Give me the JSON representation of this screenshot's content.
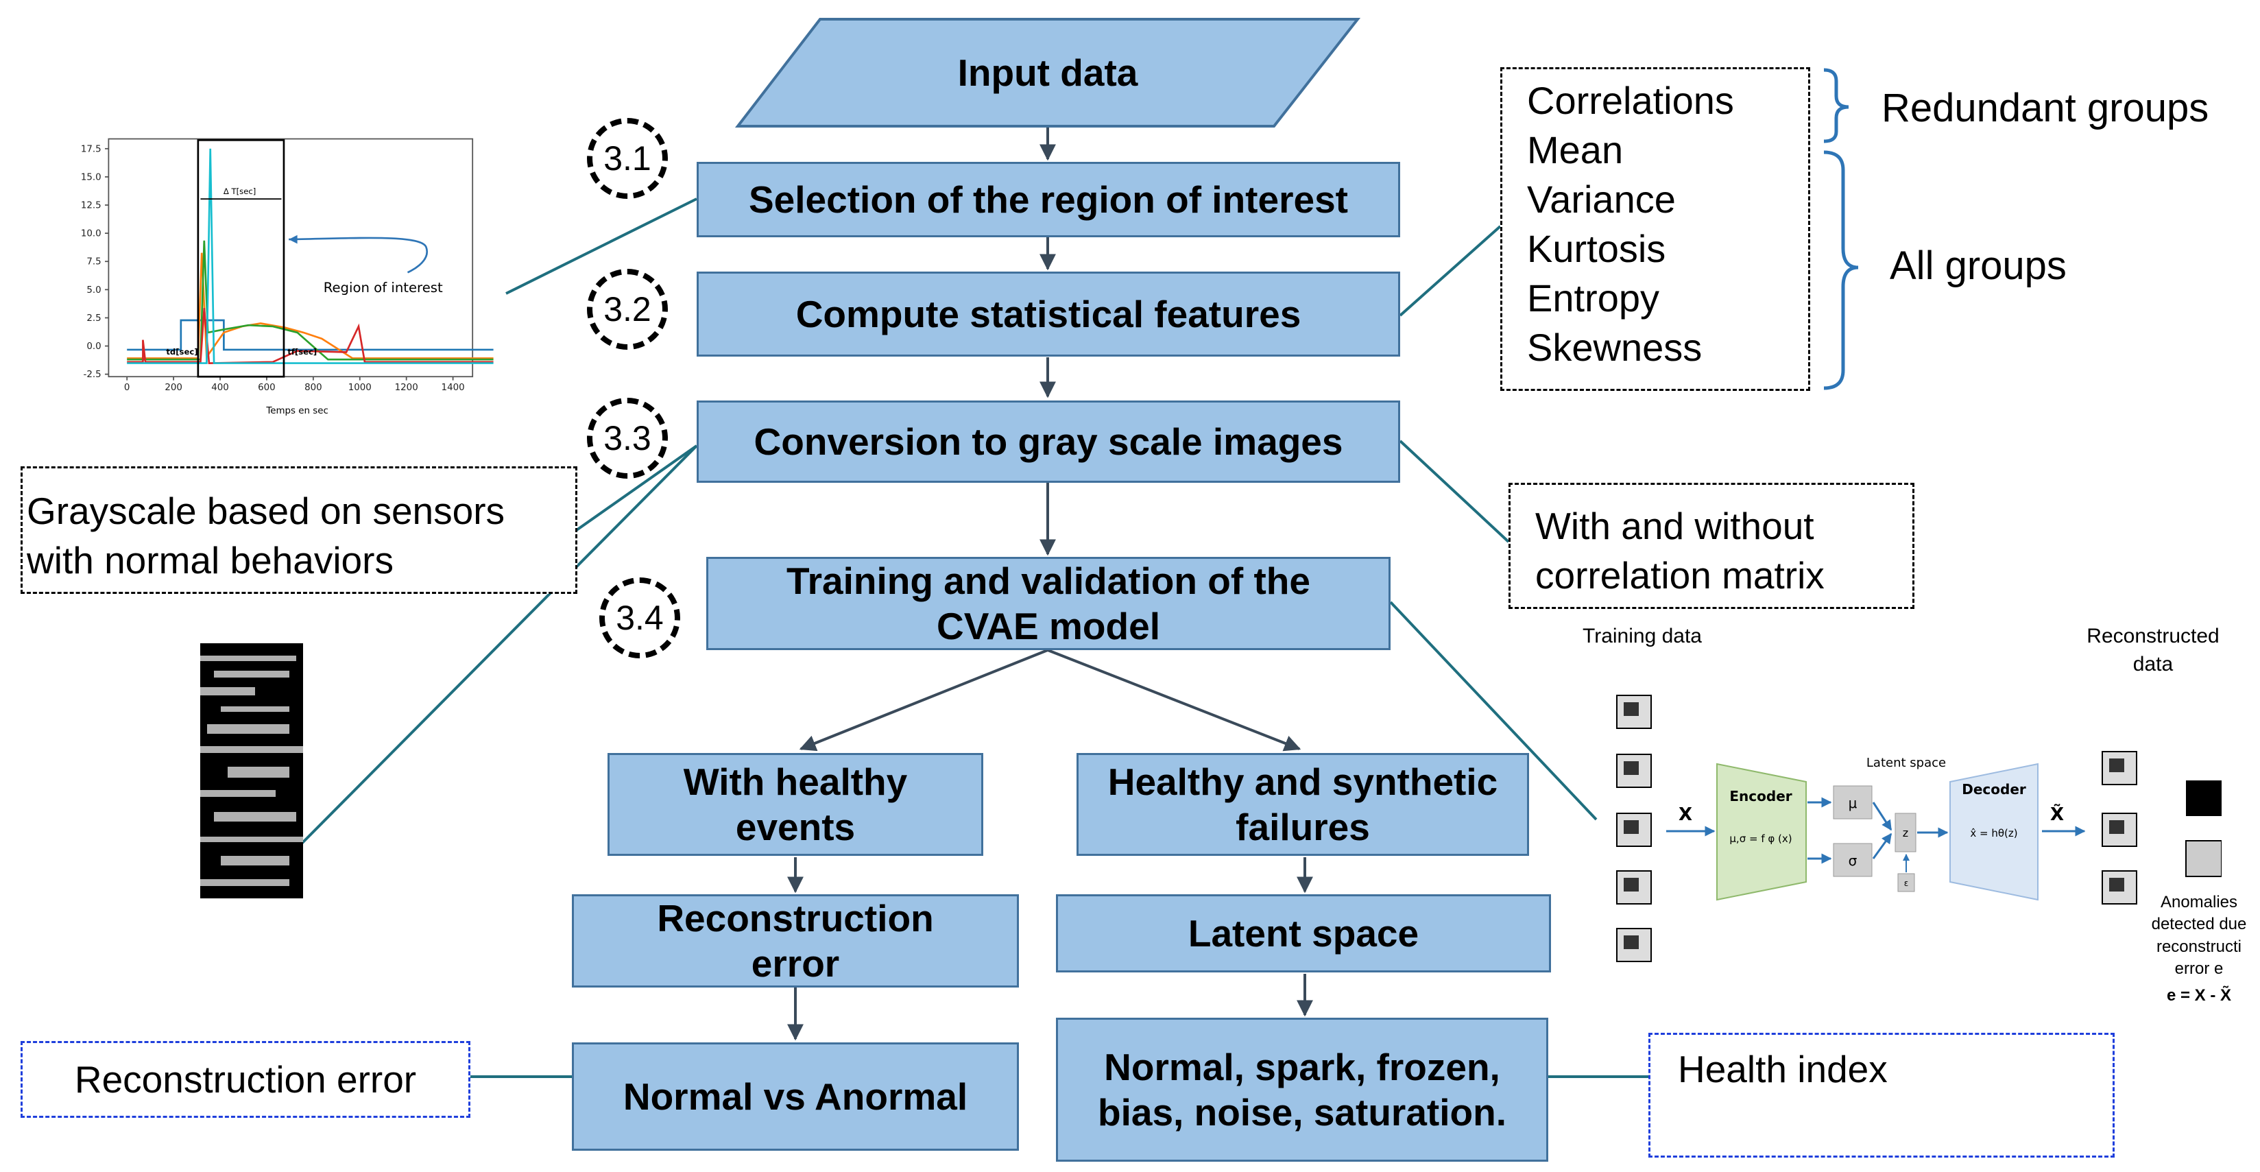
{
  "flow": {
    "input": "Input data",
    "roi": "Selection of the region of interest",
    "stats": "Compute statistical features",
    "gray": "Conversion to gray scale images",
    "train": "Training and validation of the CVAE model",
    "healthy": "With healthy events",
    "synthetic": "Healthy and synthetic failures",
    "recon": "Reconstruction error",
    "latent": "Latent space",
    "normal_vs": "Normal vs Anormal",
    "classes": "Normal, spark, frozen, bias, noise, saturation."
  },
  "steps": [
    "3.1",
    "3.2",
    "3.3",
    "3.4"
  ],
  "features": {
    "items": [
      "Correlations",
      "Mean",
      "Variance",
      "Kurtosis",
      "Entropy",
      "Skewness"
    ],
    "redundant": "Redundant groups",
    "all": "All groups"
  },
  "notes": {
    "grayscale": "Grayscale based on sensors with normal behaviors",
    "correlation": "With and without correlation matrix",
    "recon_error": "Reconstruction error",
    "health_index": "Health index"
  },
  "signal_plot": {
    "y_ticks": [
      "17.5",
      "15.0",
      "12.5",
      "10.0",
      "7.5",
      "5.0",
      "2.5",
      "0.0",
      "-2.5"
    ],
    "x_ticks": [
      "0",
      "200",
      "400",
      "600",
      "800",
      "1000",
      "1200",
      "1400"
    ],
    "xlabel": "Temps en sec",
    "delta": "Δ T[sec]",
    "td": "td[sec]",
    "tf": "tf[sec]",
    "annotation": "Region of interest"
  },
  "cvae": {
    "training": "Training data",
    "reconstructed": "Reconstructed data",
    "encoder": "Encoder",
    "encoder_eq": "μ,σ = f φ (x)",
    "decoder": "Decoder",
    "decoder_eq": "x̂ = hθ(z)",
    "latent": "Latent space",
    "mu": "μ",
    "sigma": "σ",
    "z": "z",
    "eps": "ε",
    "x": "X",
    "xhat": "X̃",
    "anomalies": "Anomalies detected due reconstructi error e",
    "formula": "e = X - X̃"
  },
  "colors": {
    "box_fill": "#9dc3e6",
    "box_border": "#41719c",
    "connector": "#1f6f7f",
    "arrow": "#3a4a5a",
    "blue_dash": "#1f3fdc"
  }
}
